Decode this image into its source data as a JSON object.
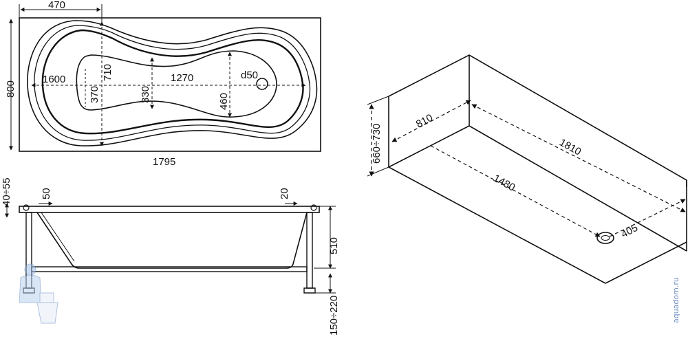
{
  "top_view": {
    "dim_470": "470",
    "dim_800": "800",
    "dim_1600": "1600",
    "dim_710": "710",
    "dim_370": "370",
    "dim_330": "330",
    "dim_1270": "1270",
    "dim_460": "460",
    "dim_d50": "d50",
    "dim_1795": "1795"
  },
  "side_view": {
    "dim_40_55": "40÷55",
    "dim_50": "50",
    "dim_20": "20",
    "dim_510": "510",
    "dim_150_220": "150÷220"
  },
  "niche_view": {
    "dim_660_730": "660÷730",
    "dim_810": "810",
    "dim_1810": "1810",
    "dim_1480": "1480",
    "dim_405": "405"
  },
  "watermark": {
    "text": "aquadom.ru"
  },
  "colors": {
    "line": "#111111",
    "watermark": "#6f8fc4"
  }
}
